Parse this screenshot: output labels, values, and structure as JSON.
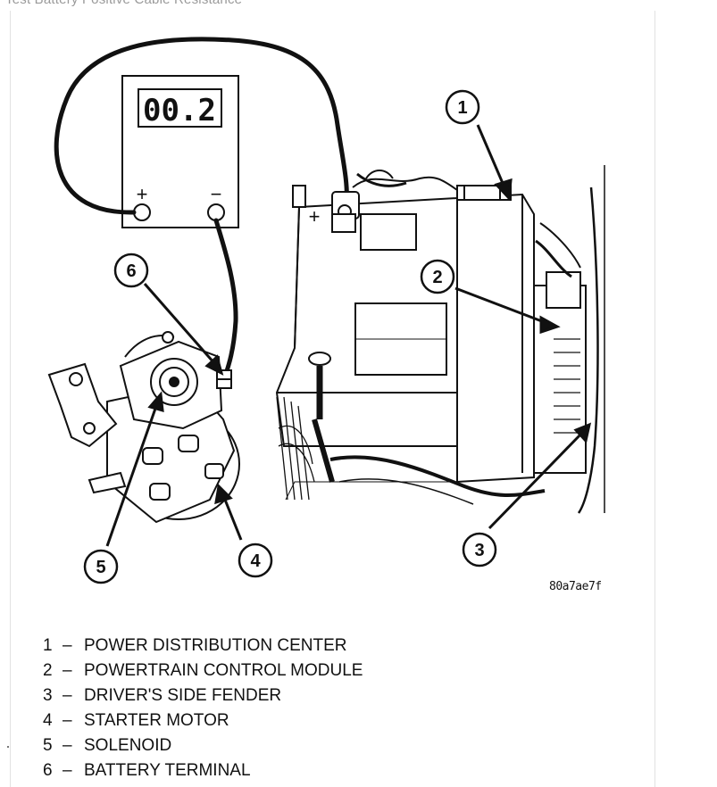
{
  "page_caption": "Test Battery Positive Cable Resistance",
  "meter": {
    "readout": "00.2",
    "positive_sign": "+",
    "negative_sign": "−"
  },
  "battery": {
    "positive_sign": "+"
  },
  "callouts": [
    "1",
    "2",
    "3",
    "4",
    "5",
    "6"
  ],
  "figure_code": "80a7ae7f",
  "legend": [
    {
      "num": "1",
      "dash": "–",
      "label": "POWER DISTRIBUTION CENTER"
    },
    {
      "num": "2",
      "dash": "–",
      "label": "POWERTRAIN CONTROL MODULE"
    },
    {
      "num": "3",
      "dash": "–",
      "label": "DRIVER'S SIDE FENDER"
    },
    {
      "num": "4",
      "dash": "–",
      "label": "STARTER MOTOR"
    },
    {
      "num": "5",
      "dash": "–",
      "label": "SOLENOID"
    },
    {
      "num": "6",
      "dash": "–",
      "label": "BATTERY TERMINAL"
    }
  ]
}
